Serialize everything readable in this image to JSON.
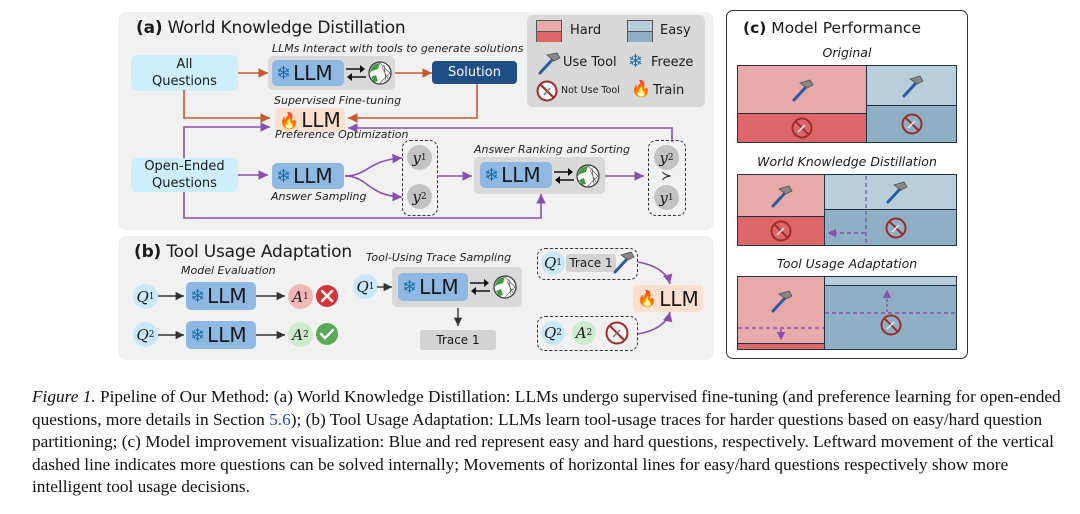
{
  "panel_a": {
    "label": "(a)",
    "title": "World Knowledge Distillation",
    "all_questions": "All\nQuestions",
    "all_questions_line1": "All",
    "all_questions_line2": "Questions",
    "interact_caption": "LLMs Interact with tools to generate solutions",
    "llm_label": "LLM",
    "solution_label": "Solution",
    "sft_caption": "Supervised Fine-tuning",
    "po_caption": "Preference Optimization",
    "open_ended_line1": "Open-Ended",
    "open_ended_line2": "Questions",
    "answer_sampling_caption": "Answer Sampling",
    "answer_ranking_caption": "Answer Ranking and Sorting",
    "y1": "y",
    "y1_sub": "1",
    "y2": "y",
    "y2_sub": "2",
    "order_symbol": "≻"
  },
  "legend": {
    "hard": "Hard",
    "easy": "Easy",
    "use_tool": "Use Tool",
    "freeze": "Freeze",
    "not_use_tool": "Not Use Tool",
    "train": "Train"
  },
  "panel_b": {
    "label": "(b)",
    "title": "Tool Usage Adaptation",
    "model_eval_caption": "Model Evaluation",
    "trace_sampling_caption": "Tool-Using Trace Sampling",
    "llm_label": "LLM",
    "q": "Q",
    "a": "A",
    "sub1": "1",
    "sub2": "2",
    "trace1": "Trace 1"
  },
  "panel_c": {
    "label": "(c)",
    "title": "Model Performance",
    "original": "Original",
    "wkd": "World Knowledge Distillation",
    "tua": "Tool Usage Adaptation"
  },
  "caption": {
    "figure_label": "Figure 1.",
    "text_1": " Pipeline of Our Method: (a) World Knowledge Distillation: LLMs undergo supervised fine-tuning (and preference learning for open-ended questions, more details in Section ",
    "section_ref": "5.6",
    "text_2": "); (b) Tool Usage Adaptation: LLMs learn tool-usage traces for harder questions based on easy/hard question partitioning; (c) Model improvement visualization: Blue and red represent easy and hard questions, respectively. Leftward movement of the vertical dashed line indicates more questions can be solved internally; Movements of horizontal lines for easy/hard questions respectively show more intelligent tool usage decisions."
  },
  "colors": {
    "hard_light": "#e8a9ab",
    "hard_dark": "#dd6668",
    "easy_light": "#b8cedb",
    "easy_dark": "#8fb0c4",
    "orange_arrow": "#c9582a",
    "purple_arrow": "#8a4fb0",
    "llm_blue": "#8fb8e3",
    "solution_navy": "#1f4e85"
  }
}
